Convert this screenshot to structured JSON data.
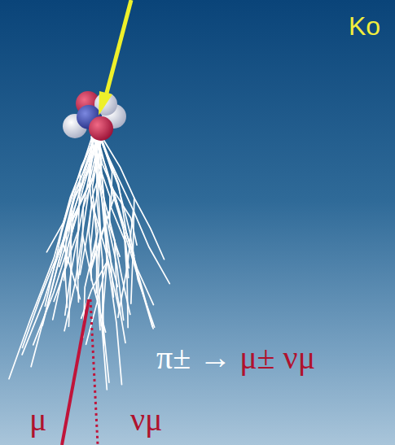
{
  "diagram": {
    "labels": [
      "Ko",
      "π± →",
      "μ± νμ",
      "μ",
      "νμ"
    ]
  }
}
